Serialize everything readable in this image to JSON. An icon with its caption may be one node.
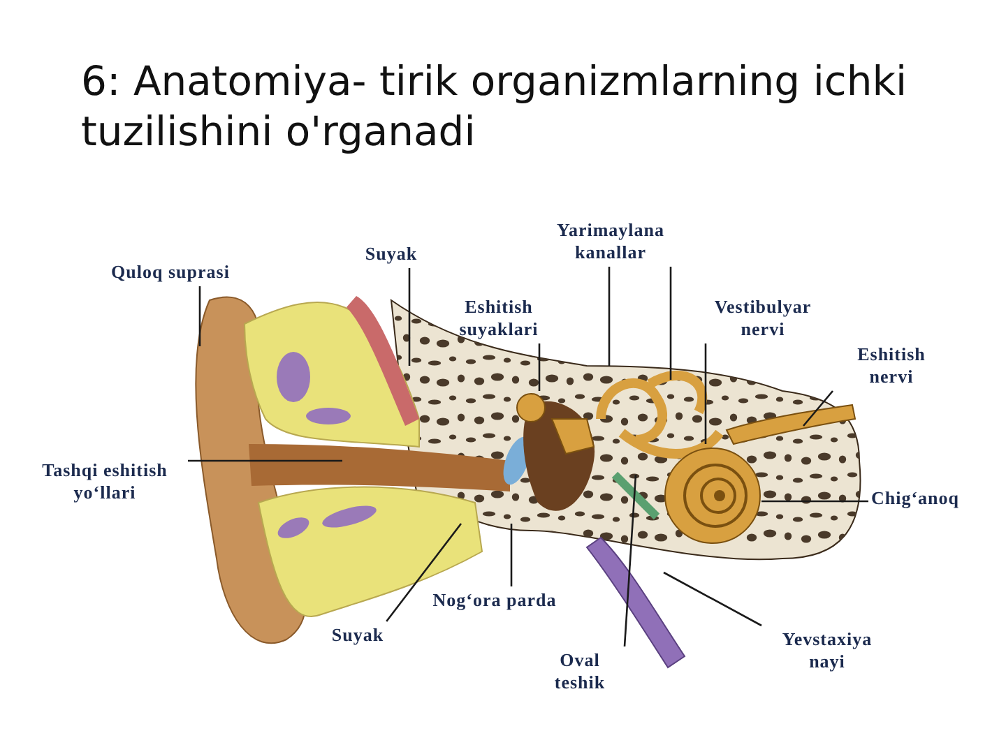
{
  "diagram": {
    "title": "6: Anatomiya- tirik organizmlarning ichki tuzilishini o'rganadi",
    "nodes": [
      {
        "text": [
          "Quloq suprasi"
        ]
      },
      {
        "text": [
          "Suyak"
        ]
      },
      {
        "text": [
          "Yarimaylana kanallar"
        ]
      },
      {
        "text": [
          "Eshitish suyaklari"
        ]
      },
      {
        "text": [
          "Vestibulyar nervi"
        ]
      },
      {
        "text": [
          "Eshitish nervi"
        ]
      },
      {
        "text": [
          "Tashqi eshitish yo‘llari"
        ]
      },
      {
        "text": [
          "Chig‘anoq"
        ]
      },
      {
        "text": [
          "Nog‘ora parda"
        ]
      },
      {
        "text": [
          "Suyak"
        ]
      },
      {
        "text": [
          "Yevstaxiya nayi"
        ]
      },
      {
        "text": [
          "Oval teshik"
        ]
      }
    ],
    "edges": [
      {
        "from": 0,
        "to": null,
        "arrow": "none"
      },
      {
        "from": 1,
        "to": null,
        "arrow": "none"
      },
      {
        "from": 2,
        "to": null,
        "arrow": "none"
      },
      {
        "from": 2,
        "to": null,
        "arrow": "none"
      },
      {
        "from": 3,
        "to": null,
        "arrow": "none"
      },
      {
        "from": 4,
        "to": null,
        "arrow": "none"
      },
      {
        "from": 5,
        "to": null,
        "arrow": "none"
      },
      {
        "from": 6,
        "to": null,
        "arrow": "none"
      },
      {
        "from": 7,
        "to": null,
        "arrow": "none"
      },
      {
        "from": 8,
        "to": null,
        "arrow": "none"
      },
      {
        "from": 9,
        "to": null,
        "arrow": "none"
      },
      {
        "from": 10,
        "to": null,
        "arrow": "none"
      },
      {
        "from": 11,
        "to": null,
        "arrow": "none"
      }
    ]
  }
}
